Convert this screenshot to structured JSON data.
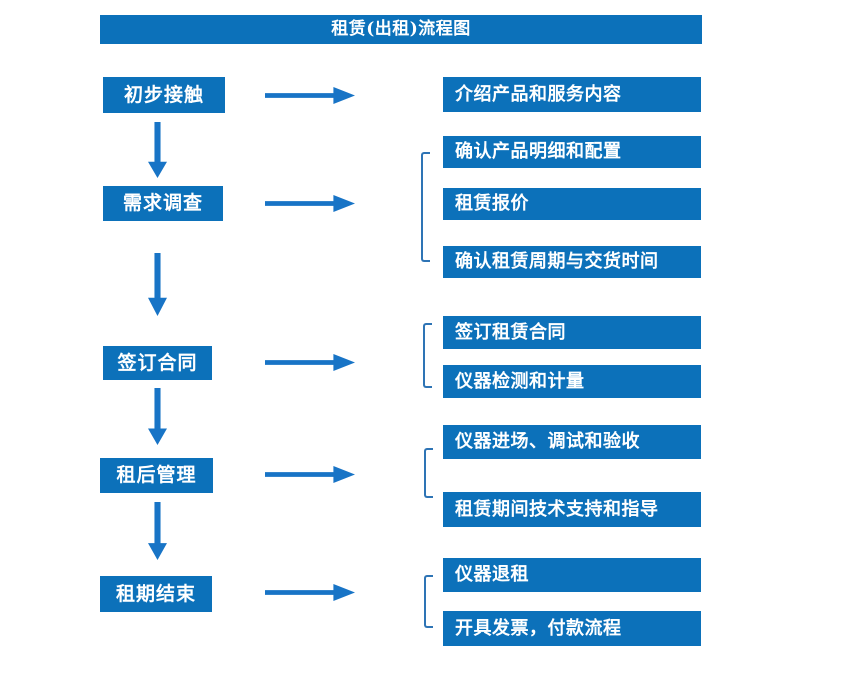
{
  "title": "租赁(出租)流程图",
  "colors": {
    "box_blue": "#0C71BA",
    "arrow_blue": "#1874C6",
    "bracket_blue": "#2E74B5",
    "text_white": "#FFFFFF"
  },
  "steps": [
    {
      "label": "初步接触",
      "outputs": [
        "介绍产品和服务内容"
      ]
    },
    {
      "label": "需求调查",
      "outputs": [
        "确认产品明细和配置",
        "租赁报价",
        "确认租赁周期与交货时间"
      ]
    },
    {
      "label": "签订合同",
      "outputs": [
        "签订租赁合同",
        "仪器检测和计量"
      ]
    },
    {
      "label": "租后管理",
      "outputs": [
        "仪器进场、调试和验收",
        "租赁期间技术支持和指导"
      ]
    },
    {
      "label": "租期结束",
      "outputs": [
        "仪器退租",
        "开具发票，付款流程"
      ]
    }
  ]
}
